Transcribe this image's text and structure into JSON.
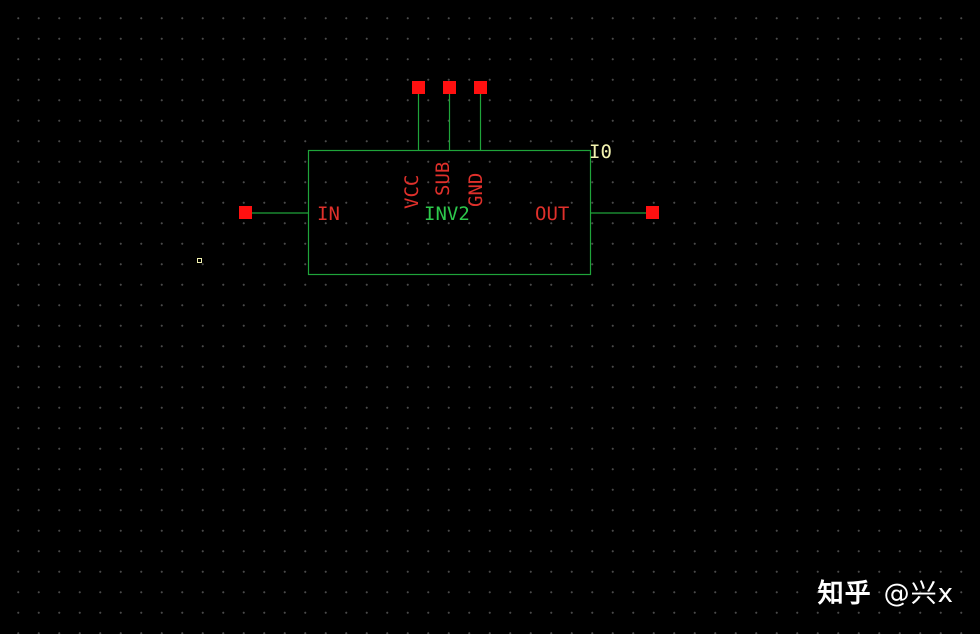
{
  "schematic": {
    "instance_name": "I0",
    "cell_name": "INV2",
    "pins": {
      "input": "IN",
      "output": "OUT",
      "supply": [
        "VCC",
        "SUB",
        "GND"
      ]
    },
    "colors": {
      "body": "#1fa43a",
      "wire": "#1fa43a",
      "pin": "#ff1010",
      "pin_label": "#e0302b",
      "cell_label": "#2dc94c",
      "instance_label": "#f2f2b0",
      "grid_dot": "#4a4a4a",
      "background": "#000000",
      "origin_marker": "#f2f2b0"
    }
  },
  "watermark": {
    "site": "知乎",
    "user": "@兴x"
  }
}
